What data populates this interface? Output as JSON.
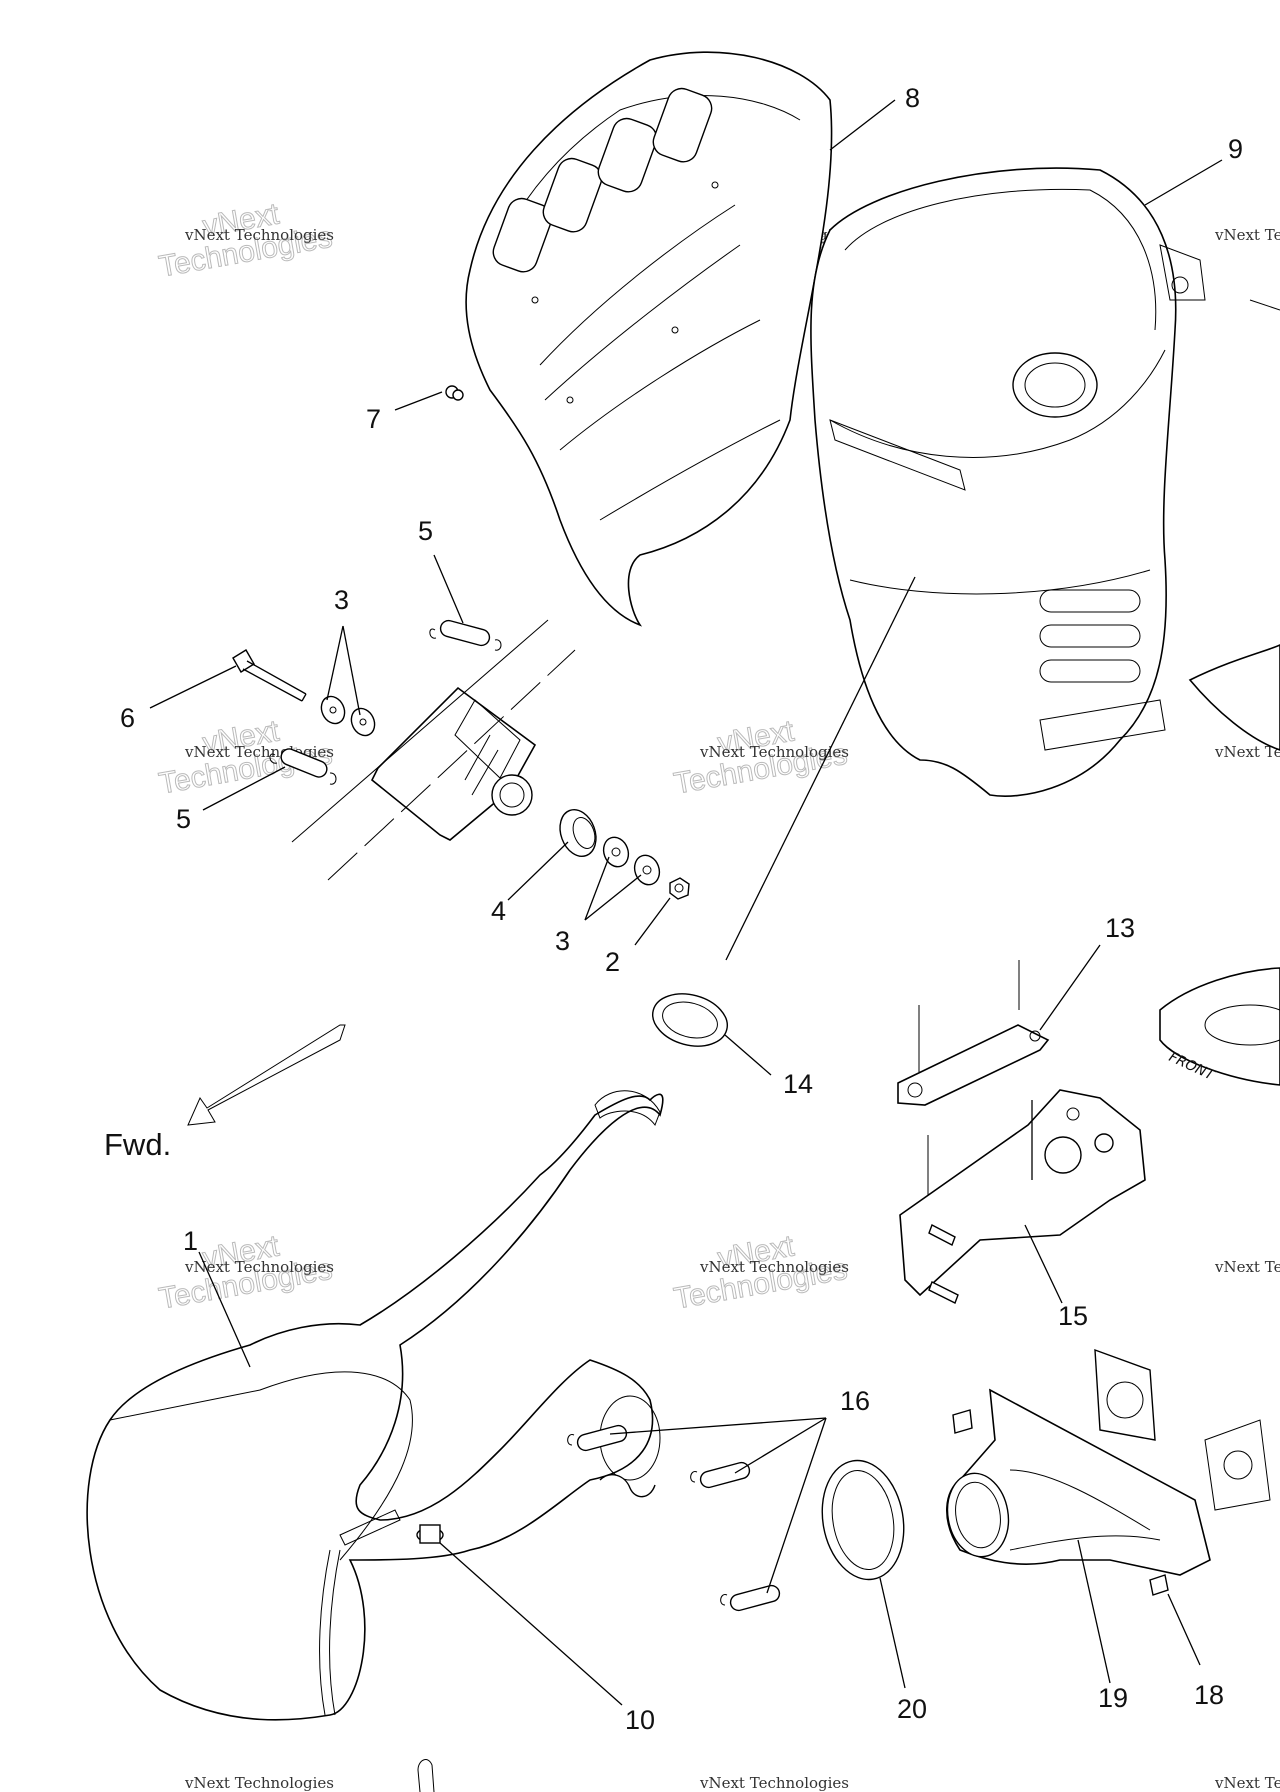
{
  "callouts": [
    {
      "id": "8",
      "text": "8"
    },
    {
      "id": "9",
      "text": "9"
    },
    {
      "id": "7",
      "text": "7"
    },
    {
      "id": "5a",
      "text": "5"
    },
    {
      "id": "3a",
      "text": "3"
    },
    {
      "id": "6",
      "text": "6"
    },
    {
      "id": "5b",
      "text": "5"
    },
    {
      "id": "4",
      "text": "4"
    },
    {
      "id": "3b",
      "text": "3"
    },
    {
      "id": "2",
      "text": "2"
    },
    {
      "id": "13",
      "text": "13"
    },
    {
      "id": "14",
      "text": "14"
    },
    {
      "id": "1",
      "text": "1"
    },
    {
      "id": "15",
      "text": "15"
    },
    {
      "id": "16",
      "text": "16"
    },
    {
      "id": "10",
      "text": "10"
    },
    {
      "id": "20",
      "text": "20"
    },
    {
      "id": "19",
      "text": "19"
    },
    {
      "id": "18",
      "text": "18"
    }
  ],
  "direction_label": "Fwd.",
  "stamp_text": "FRONT",
  "watermark": {
    "line1": "vNext Technologies",
    "line2": "Technologies",
    "top": "vNext"
  }
}
